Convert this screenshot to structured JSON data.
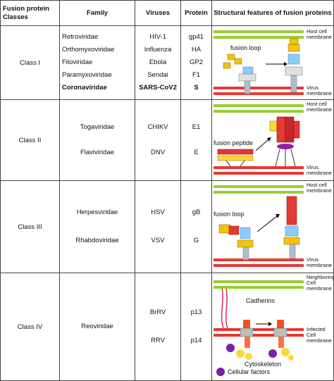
{
  "headers": {
    "classes": "Fusion protein Classes",
    "family": "Family",
    "viruses": "Viruses",
    "protein": "Protein",
    "features": "Structural features of fusion proteins"
  },
  "rows": [
    {
      "class": "Class I",
      "families": [
        "Retroviridae",
        "Orthomyxoviridae",
        "Filoviridae",
        "Paramyxoviridae",
        "Coronaviridae"
      ],
      "viruses": [
        "HIV-1",
        "Influenza",
        "Ebola",
        "Sendai",
        "SARS-CoV2"
      ],
      "proteins": [
        "gp41",
        "HA",
        "GP2",
        "F1",
        "S"
      ],
      "figure": {
        "top_label": "Host cell membrane",
        "bottom_label": "Virus membrane",
        "annotation": "fusion loop"
      }
    },
    {
      "class": "Class II",
      "families": [
        "Togaviridae",
        "Flaviviridae"
      ],
      "viruses": [
        "CHIKV",
        "DNV"
      ],
      "proteins": [
        "E1",
        "E"
      ],
      "figure": {
        "top_label": "Host cell membrane",
        "bottom_label": "Virus membrane",
        "annotation": "fusion peptide"
      }
    },
    {
      "class": "Class III",
      "families": [
        "Herpesviridae",
        "Rhabdoviridae"
      ],
      "viruses": [
        "HSV",
        "VSV"
      ],
      "proteins": [
        "gB",
        "G"
      ],
      "figure": {
        "top_label": "Host cell membrane",
        "bottom_label": "Virus membrane",
        "annotation": "fusion loop"
      }
    },
    {
      "class": "Class IV",
      "families": [
        "Reoviridae"
      ],
      "viruses": [
        "BrRV",
        "RRV"
      ],
      "proteins": [
        "p13",
        "p14"
      ],
      "figure": {
        "top_label": "Neighboring Cell membrane",
        "bottom_label": "Infected Cell membrane",
        "annotation": "Cadherins",
        "cytoskeleton": "Cytoskeleton",
        "cellular_factors": "Cellular factors"
      }
    }
  ]
}
